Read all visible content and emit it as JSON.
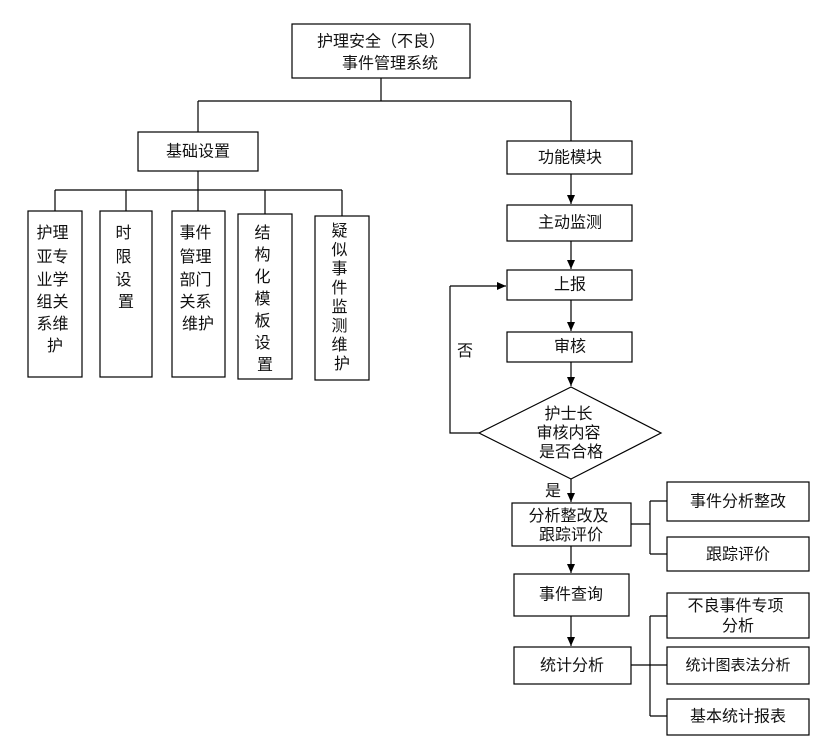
{
  "root": {
    "line1": "护理安全（不良）",
    "line2": "事件管理系统"
  },
  "basic": {
    "title": "基础设置",
    "items": [
      {
        "lines": [
          "护理",
          "亚专",
          "业学",
          "组关",
          "系维",
          "护"
        ]
      },
      {
        "lines": [
          "时",
          "限",
          "设",
          "置"
        ]
      },
      {
        "lines": [
          "事件",
          "管理",
          "部门",
          "关系",
          "维护"
        ]
      },
      {
        "lines": [
          "结",
          "构",
          "化",
          "模",
          "板",
          "设",
          "置"
        ]
      },
      {
        "lines": [
          "疑",
          "似",
          "事",
          "件",
          "监",
          "测",
          "维",
          "护"
        ]
      }
    ]
  },
  "func": {
    "title": "功能模块",
    "monitor": "主动监测",
    "report": "上报",
    "review": "审核",
    "decision": [
      "护士长",
      "审核内容",
      "是否合格"
    ],
    "no_label": "否",
    "yes_label": "是",
    "analyze": [
      "分析整改及",
      "跟踪评价"
    ],
    "analyze_out": [
      "事件分析整改",
      "跟踪评价"
    ],
    "query": "事件查询",
    "stats": "统计分析",
    "stats_out": [
      {
        "lines": [
          "不良事件专项",
          "分析"
        ]
      },
      {
        "lines": [
          "统计图表法分析"
        ]
      },
      {
        "lines": [
          "基本统计报表"
        ]
      }
    ]
  }
}
